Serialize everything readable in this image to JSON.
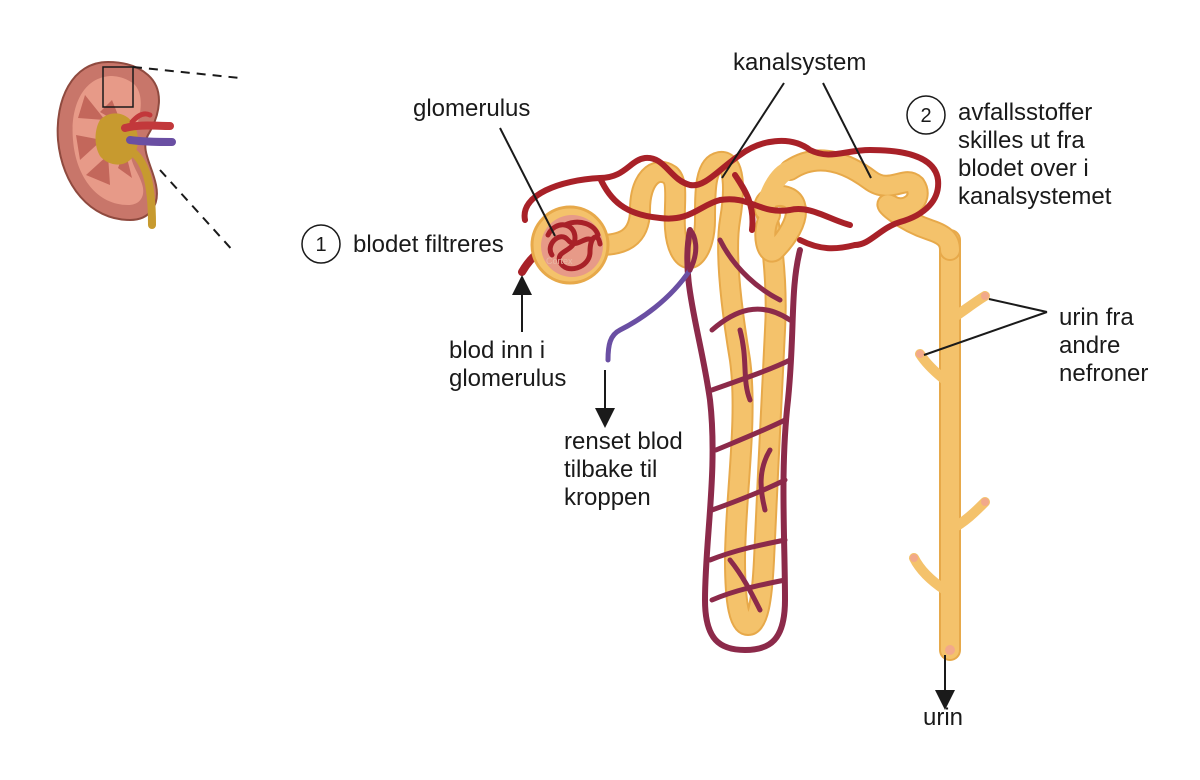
{
  "labels": {
    "kanalsystem": "kanalsystem",
    "glomerulus": "glomerulus",
    "step1_number": "1",
    "step1_text": "blodet filtreres",
    "step2_number": "2",
    "step2_lines": [
      "avfallsstoffer",
      "skilles ut fra",
      "blodet over i",
      "kanalsystemet"
    ],
    "blood_in_lines": [
      "blod inn i",
      "glomerulus"
    ],
    "clean_blood_lines": [
      "renset blod",
      "tilbake til",
      "kroppen"
    ],
    "urine_other_lines": [
      "urin fra",
      "andre",
      "nefroner"
    ],
    "urine": "urin",
    "cortex": "Cortex"
  },
  "colors": {
    "artery": "#a82128",
    "artery_light": "#c2383b",
    "vein": "#6a4fa3",
    "mixed_vessel": "#8c2a4a",
    "tubule": "#f4c26b",
    "tubule_edge": "#e7a94a",
    "kidney_cortex": "#c8766a",
    "kidney_medulla": "#e79a88",
    "pelvis": "#c79a2f",
    "text": "#1a1a1a"
  }
}
